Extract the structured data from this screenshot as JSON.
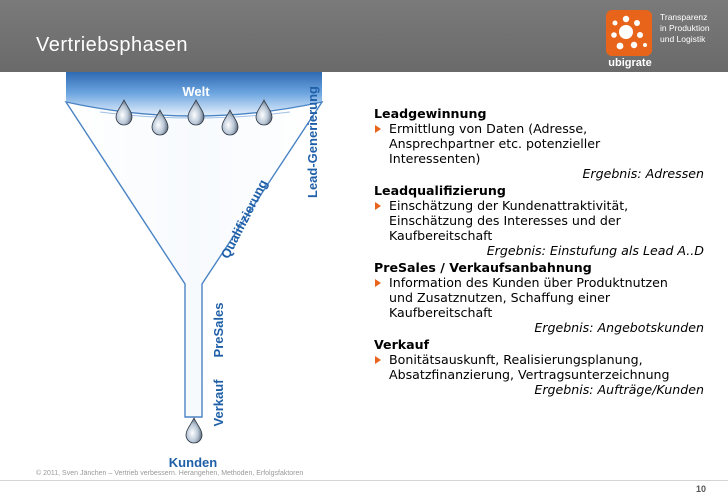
{
  "slide": {
    "title": "Vertriebsphasen",
    "page_number": "10",
    "footer": "© 2011, Sven Jänchen – Vertrieb verbessern. Herangehen, Methoden, Erfolgsfaktoren"
  },
  "logo": {
    "name": "ubigrate",
    "tagline": [
      "Transparenz",
      "in Produktion",
      "und Logistik"
    ],
    "brand_color": "#e8641b"
  },
  "funnel": {
    "top_label": "Welt",
    "bottom_label": "Kunden",
    "stage_labels": [
      "Lead-Generierung",
      "Qualifizierung",
      "PreSales",
      "Verkauf"
    ],
    "funnel_color": "#4a84c4",
    "label_color": "#1f5fa8"
  },
  "phases": [
    {
      "title": "Leadgewinnung",
      "bullet_lines": [
        "Ermittlung von Daten (Adresse,",
        "Ansprechpartner etc. potenzieller",
        "Interessenten)"
      ],
      "result": "Ergebnis: Adressen"
    },
    {
      "title": "Leadqualifizierung",
      "bullet_lines": [
        "Einschätzung der Kundenattraktivität,",
        "Einschätzung des Interesses und der",
        "Kaufbereitschaft"
      ],
      "result": "Ergebnis: Einstufung als Lead A..D"
    },
    {
      "title": "PreSales / Verkaufsanbahnung",
      "bullet_lines": [
        "Information des Kunden über Produktnutzen",
        "und Zusatznutzen, Schaffung einer",
        "Kaufbereitschaft"
      ],
      "result": "Ergebnis: Angebotskunden"
    },
    {
      "title": "Verkauf",
      "bullet_lines": [
        "Bonitätsauskunft, Realisierungsplanung,",
        "Absatzfinanzierung, Vertragsunterzeichnung"
      ],
      "result": "Ergebnis: Aufträge/Kunden"
    }
  ]
}
